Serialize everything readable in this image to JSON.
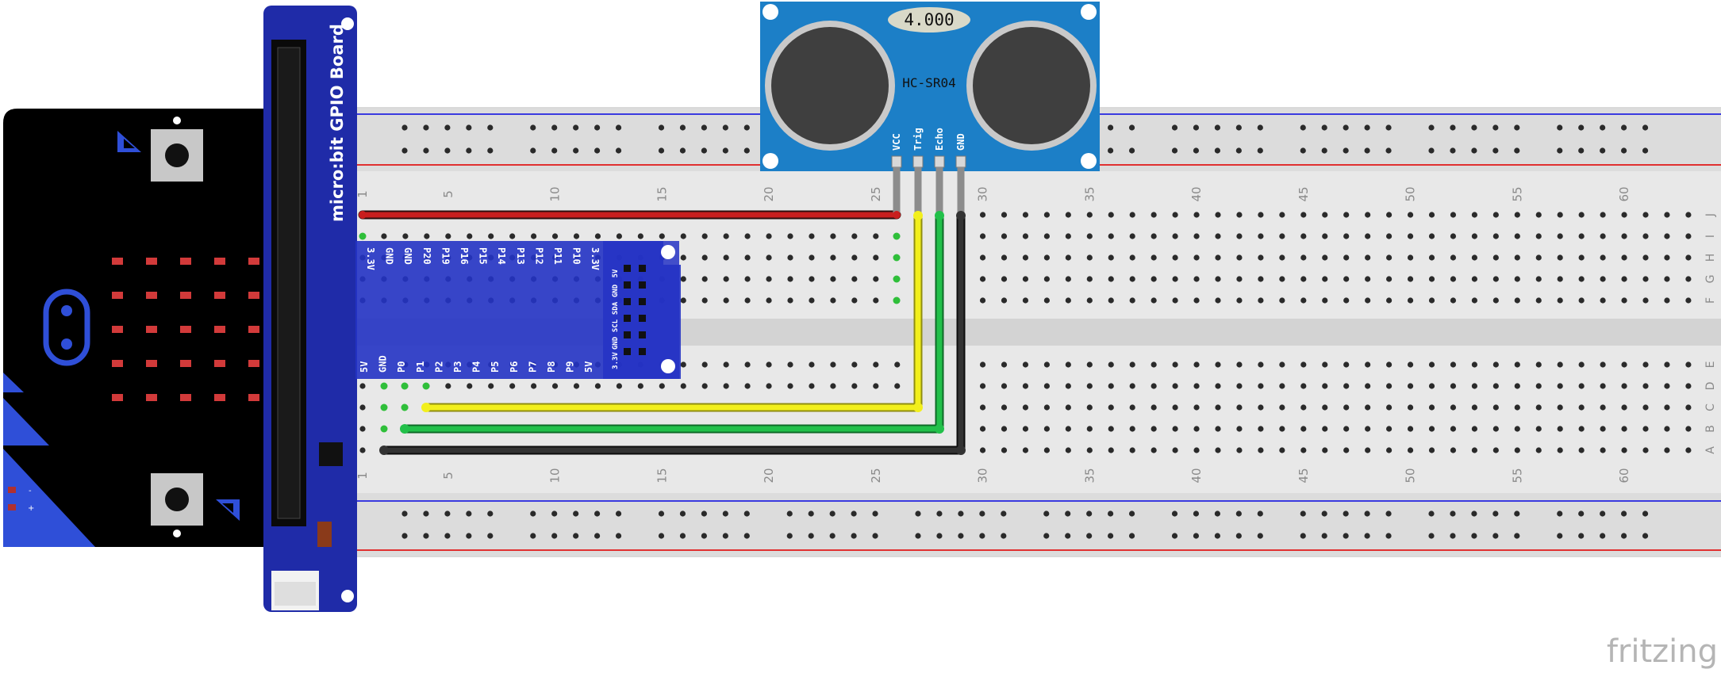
{
  "breadboard": {
    "column_labels": [
      "1",
      "5",
      "10",
      "15",
      "20",
      "25",
      "30",
      "35",
      "40",
      "45",
      "50",
      "55",
      "60"
    ],
    "row_labels_top": [
      "J",
      "I",
      "H",
      "G",
      "F"
    ],
    "row_labels_bottom": [
      "E",
      "D",
      "C",
      "B",
      "A"
    ]
  },
  "microbit": {
    "button_a_icon": "triangle-a-icon",
    "button_b_icon": "triangle-b-icon",
    "pin_labels": [
      "-",
      "+"
    ]
  },
  "gpio_board": {
    "title": "micro:bit GPIO Board",
    "top_header": [
      "3.3V",
      "GND",
      "GND",
      "P20",
      "P19",
      "P16",
      "P15",
      "P14",
      "P13",
      "P12",
      "P11",
      "P10",
      "3.3V"
    ],
    "bottom_header": [
      "5V",
      "GND",
      "P0",
      "P1",
      "P2",
      "P3",
      "P4",
      "P5",
      "P6",
      "P7",
      "P8",
      "P9",
      "5V"
    ],
    "side_header": [
      "5V",
      "GND",
      "SDA",
      "SCL",
      "GND",
      "3.3V"
    ]
  },
  "sonar": {
    "model": "HC-SR04",
    "display": "4.000",
    "pins": [
      "VCC",
      "Trig",
      "Echo",
      "GND"
    ]
  },
  "wires": [
    {
      "name": "vcc-wire",
      "color": "#c81e1e"
    },
    {
      "name": "trig-wire",
      "color": "#f2ef1c"
    },
    {
      "name": "echo-wire",
      "color": "#22c04a"
    },
    {
      "name": "gnd-wire",
      "color": "#333333"
    }
  ],
  "footer": {
    "logo": "fritzing"
  }
}
